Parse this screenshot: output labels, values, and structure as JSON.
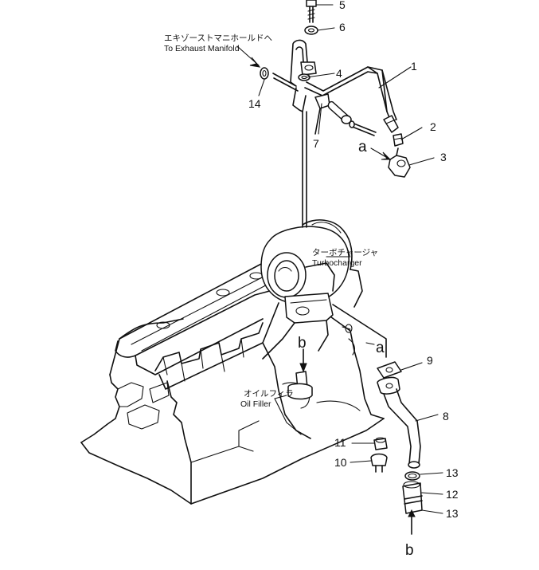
{
  "callouts": {
    "c1": "1",
    "c2": "2",
    "c3": "3",
    "c4": "4",
    "c5": "5",
    "c6": "6",
    "c7": "7",
    "c8": "8",
    "c9": "9",
    "c10": "10",
    "c11": "11",
    "c12": "12",
    "c13a": "13",
    "c13b": "13",
    "c14": "14"
  },
  "refs": {
    "a_top": "a",
    "a_mid": "a",
    "b_top": "b",
    "b_bottom": "b"
  },
  "labels": {
    "exhaust_jp": "エキゾーストマニホールドへ",
    "exhaust_en": "To Exhaust Manifold",
    "turbo_jp": "ターボチャージャ",
    "turbo_en": "Turbocharger",
    "oil_jp": "オイルフィラ",
    "oil_en": "Oil Filler"
  }
}
